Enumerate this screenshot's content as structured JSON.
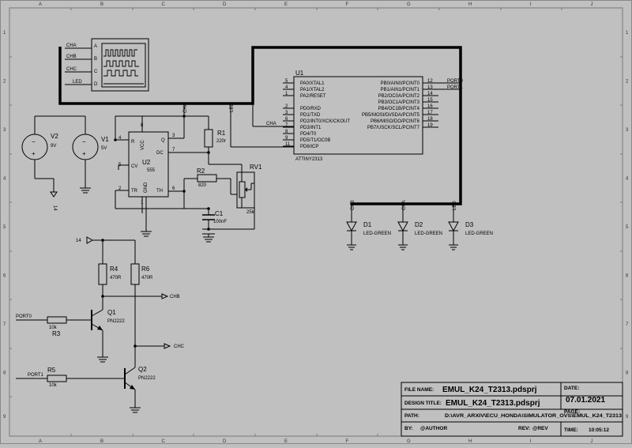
{
  "ruler": {
    "cols": [
      "A",
      "B",
      "C",
      "D",
      "E",
      "F",
      "G",
      "H",
      "I",
      "J"
    ],
    "rows": [
      "1",
      "2",
      "3",
      "4",
      "5",
      "6",
      "7",
      "8",
      "9"
    ]
  },
  "scope": {
    "channels": [
      "CHA",
      "CHB",
      "CHC",
      "LED"
    ],
    "pins": [
      "A",
      "B",
      "C",
      "D"
    ]
  },
  "v2": {
    "ref": "V2",
    "value": "9V",
    "node": "14"
  },
  "v1": {
    "ref": "V1",
    "value": "5V"
  },
  "u2": {
    "ref": "U2",
    "value": "555",
    "pins": [
      "R",
      "VCC",
      "DC",
      "Q",
      "CV",
      "TR",
      "GND",
      "TH"
    ],
    "pin_numbers": [
      "4",
      "8",
      "7",
      "3",
      "5",
      "2",
      "1",
      "6"
    ]
  },
  "r1": {
    "ref": "R1",
    "value": "220r"
  },
  "r2": {
    "ref": "R2",
    "value": "820"
  },
  "rv1": {
    "ref": "RV1",
    "value": "25k"
  },
  "c1": {
    "ref": "C1",
    "value": "100nF"
  },
  "u1": {
    "ref": "U1",
    "value": "ATTINY2313",
    "left_pins": [
      "PA0/XTAL1",
      "PA1/XTAL2",
      "PA2/RESET",
      "PD0/RXD",
      "PD1/TXD",
      "PD2/INT0/XCK/CKOUT",
      "PD3/INT1",
      "PD4/T0",
      "PD5/T1/OC0B",
      "PD6/ICP"
    ],
    "left_nums": [
      "5",
      "4",
      "1",
      "2",
      "3",
      "6",
      "7",
      "8",
      "9",
      "11"
    ],
    "right_pins": [
      "PB0/AIN0/PCINT0",
      "PB1/AIN1/PCINT1",
      "PB2/OC0A/PCINT2",
      "PB3/OC1A/PCINT3",
      "PB4/OC1B/PCINT4",
      "PB5/MOSI/DI/SDA/PCINT5",
      "PB6/MISO/DO/PCINT6",
      "PB7/USCK/SCL/PCINT7"
    ],
    "right_nums": [
      "12",
      "13",
      "14",
      "15",
      "16",
      "17",
      "18",
      "19"
    ]
  },
  "nets": {
    "cha": "CHA",
    "chb": "CHB",
    "chc": "CHC",
    "led": "LED",
    "port0": "PORT0",
    "port1": "PORT1",
    "n14": "14"
  },
  "leds": [
    {
      "ref": "D1",
      "value": "LED-GREEN",
      "net": "CHB"
    },
    {
      "ref": "D2",
      "value": "LED-GREEN",
      "net": "CHA"
    },
    {
      "ref": "D3",
      "value": "LED-GREEN",
      "net": "LED"
    }
  ],
  "r4": {
    "ref": "R4",
    "value": "470R"
  },
  "r6": {
    "ref": "R6",
    "value": "470R"
  },
  "r3": {
    "ref": "R3",
    "value": "10k"
  },
  "r5": {
    "ref": "R5",
    "value": "10k"
  },
  "q1": {
    "ref": "Q1",
    "value": "PN2222"
  },
  "q2": {
    "ref": "Q2",
    "value": "PN2222"
  },
  "title_block": {
    "file_name_label": "FILE NAME:",
    "file_name": "EMUL_K24_T2313.pdsprj",
    "date_label": "DATE:",
    "date": "07.01.2021",
    "design_title_label": "DESIGN TITLE:",
    "design_title": "EMUL_K24_T2313.pdsprj",
    "page_label": "PAGE:",
    "path_label": "PATH:",
    "path": "D:\\AVR_ARXIV\\ECU_HONDA\\SIMULATOR_OVS\\EMUL_K24_T2313",
    "by_label": "BY:",
    "by": "@AUTHOR",
    "rev_label": "REV:",
    "rev": "@REV",
    "time_label": "TIME:",
    "time": "10:05:12"
  }
}
